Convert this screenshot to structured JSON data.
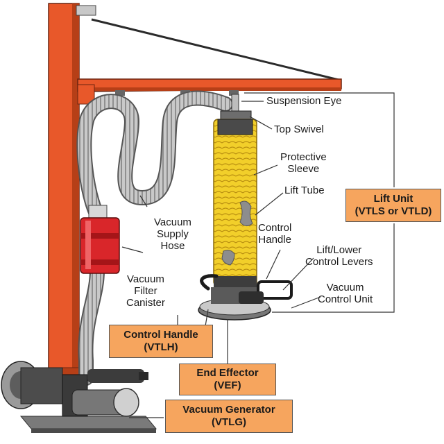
{
  "labels": {
    "suspension_eye": "Suspension Eye",
    "top_swivel": "Top Swivel",
    "protective_sleeve": [
      "Protective",
      "Sleeve"
    ],
    "lift_tube": "Lift Tube",
    "control_handle": [
      "Control",
      "Handle"
    ],
    "lift_lower": [
      "Lift/Lower",
      "Control Levers"
    ],
    "vacuum_control_unit": [
      "Vacuum",
      "Control Unit"
    ],
    "vacuum_supply_hose": [
      "Vacuum",
      "Supply",
      "Hose"
    ],
    "vacuum_filter_canister": [
      "Vacuum",
      "Filter",
      "Canister"
    ]
  },
  "boxes": {
    "lift_unit": [
      "Lift Unit",
      "(VTLS or VTLD)"
    ],
    "control_handle": [
      "Control Handle",
      "(VTLH)"
    ],
    "end_effector": [
      "End Effector",
      "(VEF)"
    ],
    "vacuum_generator": [
      "Vacuum Generator",
      "(VTLG)"
    ]
  },
  "colors": {
    "crane": "#e8582a",
    "tube": "#f2cf2a",
    "label_box": "#f6a55e",
    "filter": "#d9262a",
    "hose": "#b8b8b8",
    "metal": "#5a5a5a"
  }
}
